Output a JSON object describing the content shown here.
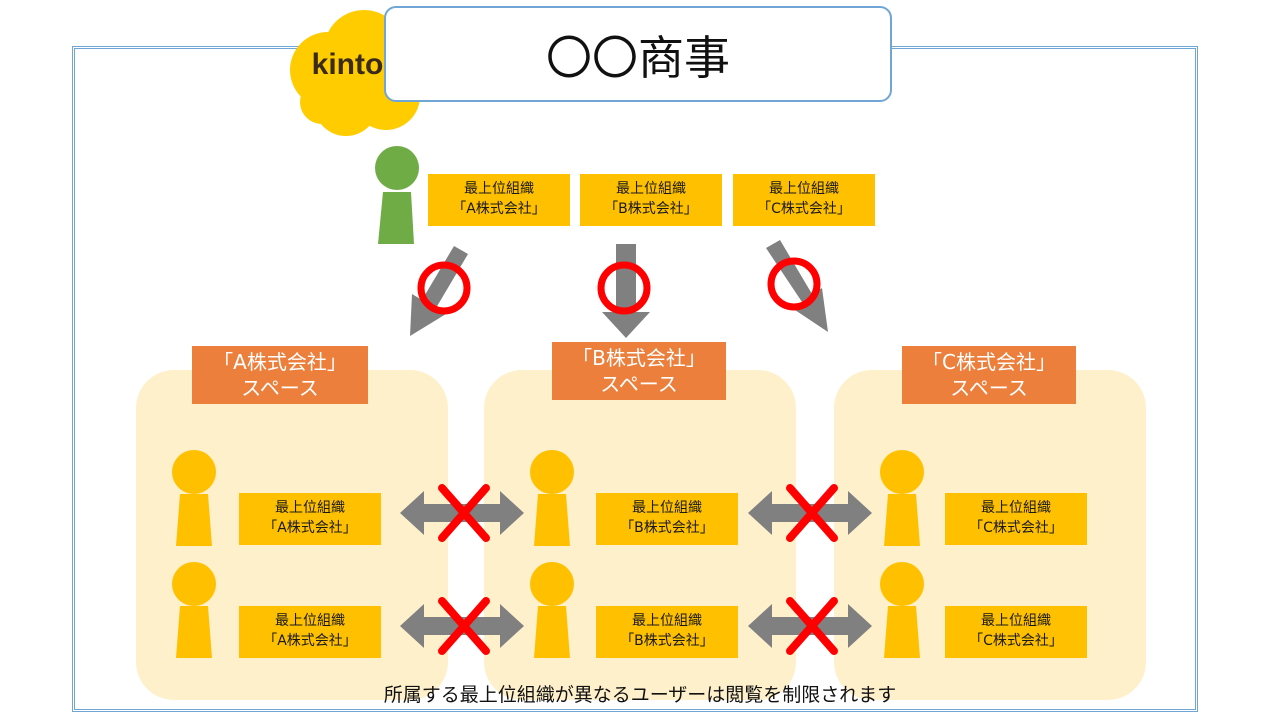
{
  "title": "〇〇商事",
  "logo_text": "kintone",
  "top_orgs": [
    {
      "line1": "最上位組織",
      "line2": "「A株式会社」"
    },
    {
      "line1": "最上位組織",
      "line2": "「B株式会社」"
    },
    {
      "line1": "最上位組織",
      "line2": "「C株式会社」"
    }
  ],
  "spaces": [
    {
      "line1": "「A株式会社」",
      "line2": "スペース",
      "members": [
        {
          "line1": "最上位組織",
          "line2": "「A株式会社」"
        },
        {
          "line1": "最上位組織",
          "line2": "「A株式会社」"
        }
      ]
    },
    {
      "line1": "「B株式会社」",
      "line2": "スペース",
      "members": [
        {
          "line1": "最上位組織",
          "line2": "「B株式会社」"
        },
        {
          "line1": "最上位組織",
          "line2": "「B株式会社」"
        }
      ]
    },
    {
      "line1": "「C株式会社」",
      "line2": "スペース",
      "members": [
        {
          "line1": "最上位組織",
          "line2": "「C株式会社」"
        },
        {
          "line1": "最上位組織",
          "line2": "「C株式会社」"
        }
      ]
    }
  ],
  "footer": "所属する最上位組織が異なるユーザーは閲覧を制限されます",
  "colors": {
    "admin_person": "#6fac46",
    "member_person": "#ffc000",
    "org_box": "#ffc000",
    "space_label": "#ec7f3c",
    "space_bg": "#fff0cc",
    "arrow": "#808080",
    "mark": "#ff0000",
    "frame": "#6fa6d6",
    "logo": "#ffcc00"
  }
}
